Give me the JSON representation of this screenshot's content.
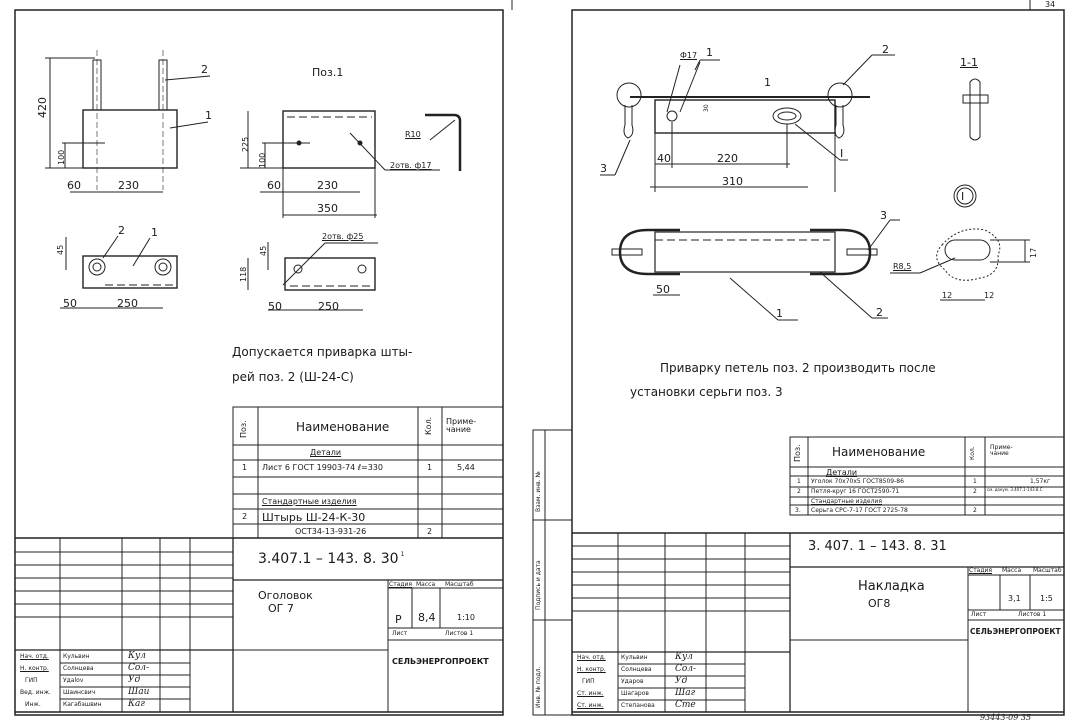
{
  "left_sheet": {
    "drawing": {
      "dims_front": [
        "420",
        "100",
        "60",
        "230"
      ],
      "leaders_front": [
        "2",
        "1"
      ],
      "pos1_title": "Поз.1",
      "dims_pos1": [
        "225",
        "100",
        "60",
        "230",
        "350"
      ],
      "pos1_radius": "R10",
      "pos1_holes": "2отв. ф17",
      "dims_plan": [
        "45",
        "50",
        "250"
      ],
      "leaders_plan": [
        "2",
        "1"
      ],
      "plan2_holes": "2отв. ф25",
      "dims_plan2": [
        "45",
        "118",
        "50",
        "250"
      ]
    },
    "note": [
      "Допускается приварка шты-",
      "рей поз. 2 (Ш-24-С)"
    ],
    "spec": {
      "headers": [
        "Поз.",
        "Наименование",
        "Кол.",
        "Приме-\nчание"
      ],
      "rows": [
        {
          "pos": "",
          "name": "Детали",
          "qty": "",
          "note": ""
        },
        {
          "pos": "1",
          "name": "Лист 6 ГОСТ 19903-74 ℓ=330",
          "qty": "1",
          "note": "5,44"
        },
        {
          "pos": "",
          "name": "",
          "qty": "",
          "note": ""
        },
        {
          "pos": "",
          "name": "Стандартные изделия",
          "qty": "",
          "note": ""
        },
        {
          "pos": "2",
          "name": "Штырь Ш-24-К-30",
          "qty": "",
          "note": ""
        },
        {
          "pos": "",
          "name": "ОСТ34-13-931-26",
          "qty": "2",
          "note": ""
        },
        {
          "pos": "",
          "name": "",
          "qty": "",
          "note": ""
        }
      ]
    },
    "title_block": {
      "doc_number": "3.407.1 – 143. 8. 30",
      "doc_sup": "1",
      "title": "Оголовок",
      "subtitle": "ОГ 7",
      "stage_label": "Стадия",
      "mass_label": "Масса",
      "scale_label": "Масштаб",
      "stage": "Р",
      "mass": "8,4",
      "scale": "1:10",
      "sheet_label": "Лист",
      "sheets_label": "Листов 1",
      "org": "СЕЛЬЭНЕРГОПРОЕКТ",
      "staff": [
        {
          "role": "Нач. отд.",
          "name": "Кульвин",
          "sign": "Кул"
        },
        {
          "role": "Н. контр.",
          "name": "Солнцева",
          "sign": "Сол-"
        },
        {
          "role": "ГИП",
          "name": "Удаlov",
          "sign": "Уд"
        },
        {
          "role": "Вед. инж.",
          "name": "Шаинсвич",
          "sign": "Шаи"
        },
        {
          "role": "Инж.",
          "name": "Кагабэшвин",
          "sign": "Каг"
        }
      ]
    }
  },
  "right_sheet": {
    "page_number": "34",
    "drawing": {
      "phi": "Ф17",
      "leaders": [
        "1",
        "2",
        "3",
        "I",
        "3",
        "1",
        "2"
      ],
      "section_mark": "1",
      "dims": [
        "30",
        "40",
        "220",
        "310",
        "50"
      ],
      "section_title": "1-1",
      "detail_mark": "I",
      "detail_dims": [
        "R8,5",
        "17",
        "12",
        "12"
      ]
    },
    "note": [
      "Приварку петель поз. 2 производить после",
      "установки серьги  поз. 3"
    ],
    "spec": {
      "headers": [
        "Поз.",
        "Наименование",
        "Кол.",
        "Приме-\nчание"
      ],
      "rows": [
        {
          "pos": "",
          "name": "Детали",
          "qty": "",
          "note": ""
        },
        {
          "pos": "1",
          "name": "Уголок 70x70x5 ГОСТ8509-86",
          "qty": "1",
          "note": "1,57кг"
        },
        {
          "pos": "2",
          "name": "Петля-круг 16 ГОСТ2590-71",
          "qty": "2",
          "note": "см. докум. 3.407.1-143.8.С"
        },
        {
          "pos": "",
          "name": "Стандартные изделия",
          "qty": "",
          "note": ""
        },
        {
          "pos": "3.",
          "name": "Серьга СРС-7-17 ГОСТ 2725-78",
          "qty": "2",
          "note": ""
        }
      ]
    },
    "title_block": {
      "doc_number": "3. 407. 1 – 143. 8. 31",
      "title": "Накладка",
      "subtitle": "ОГ8",
      "stage_label": "Стадия",
      "mass_label": "Масса",
      "scale_label": "Масштаб",
      "stage": "",
      "mass": "3,1",
      "scale": "1:5",
      "sheet_label": "Лист",
      "sheets_label": "Листов 1",
      "org": "СЕЛЬЭНЕРГОПРОЕКТ",
      "staff": [
        {
          "role": "Нач. отд.",
          "name": "Кульвин",
          "sign": "Кул"
        },
        {
          "role": "Н. контр.",
          "name": "Солнцева",
          "sign": "Сол-"
        },
        {
          "role": "ГИП",
          "name": "Ударов",
          "sign": "Уд"
        },
        {
          "role": "Ст. инж.",
          "name": "Шагаров",
          "sign": "Шаг"
        },
        {
          "role": "Ст. инж.",
          "name": "Степанова",
          "sign": "Сте"
        }
      ]
    },
    "side_stamp": [
      "Инв. № подл.",
      "Подпись и дата",
      "Взам. инв. №"
    ],
    "footer_code": "93443-09  35"
  }
}
